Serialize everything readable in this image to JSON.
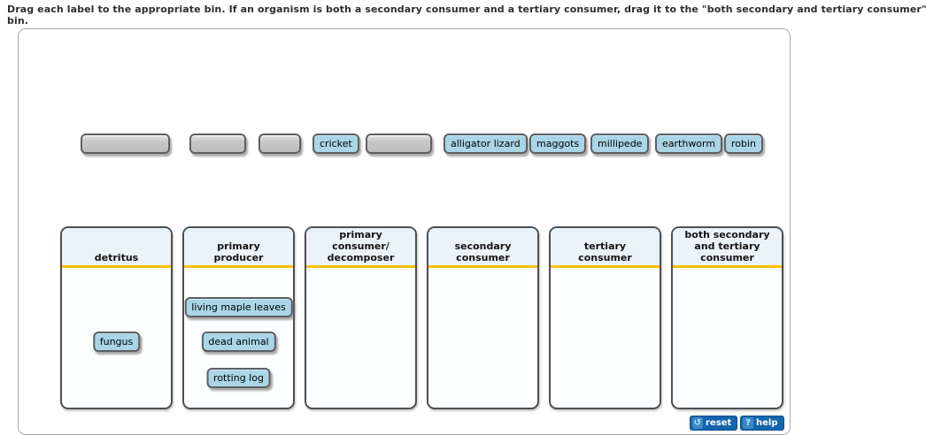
{
  "instruction": "Drag each label to the appropriate bin. If an organism is both a secondary consumer and a tertiary consumer, drag it to the \"both secondary and tertiary consumer\" bin.",
  "tray": {
    "items": [
      {
        "type": "empty",
        "label": ""
      },
      {
        "type": "empty",
        "label": ""
      },
      {
        "type": "empty",
        "label": ""
      },
      {
        "type": "label",
        "label": "cricket"
      },
      {
        "type": "empty",
        "label": ""
      },
      {
        "type": "label",
        "label": "alligator lizard"
      },
      {
        "type": "label",
        "label": "maggots"
      },
      {
        "type": "label",
        "label": "millipede"
      },
      {
        "type": "label",
        "label": "earthworm"
      },
      {
        "type": "label",
        "label": "robin"
      }
    ]
  },
  "bins": [
    {
      "title": "detritus",
      "items": [
        {
          "label": "fungus"
        }
      ]
    },
    {
      "title": "primary\nproducer",
      "items": [
        {
          "label": "living maple leaves"
        },
        {
          "label": "dead animal"
        },
        {
          "label": "rotting log"
        }
      ]
    },
    {
      "title": "primary\nconsumer/\ndecomposer",
      "items": []
    },
    {
      "title": "secondary\nconsumer",
      "items": []
    },
    {
      "title": "tertiary\nconsumer",
      "items": []
    },
    {
      "title": "both secondary\nand tertiary\nconsumer",
      "items": []
    }
  ],
  "buttons": {
    "reset": {
      "label": "reset",
      "icon": "↺"
    },
    "help": {
      "label": "help",
      "icon": "?"
    }
  },
  "colors": {
    "chip_blue": "#a9d5e7",
    "slot_gray": "#c6c6c6",
    "bin_header": "#eaf3f8",
    "bin_rule_gold": "#ffc20e",
    "button_blue": "#1565ad",
    "icon_cyan": "#a9f2fb"
  }
}
